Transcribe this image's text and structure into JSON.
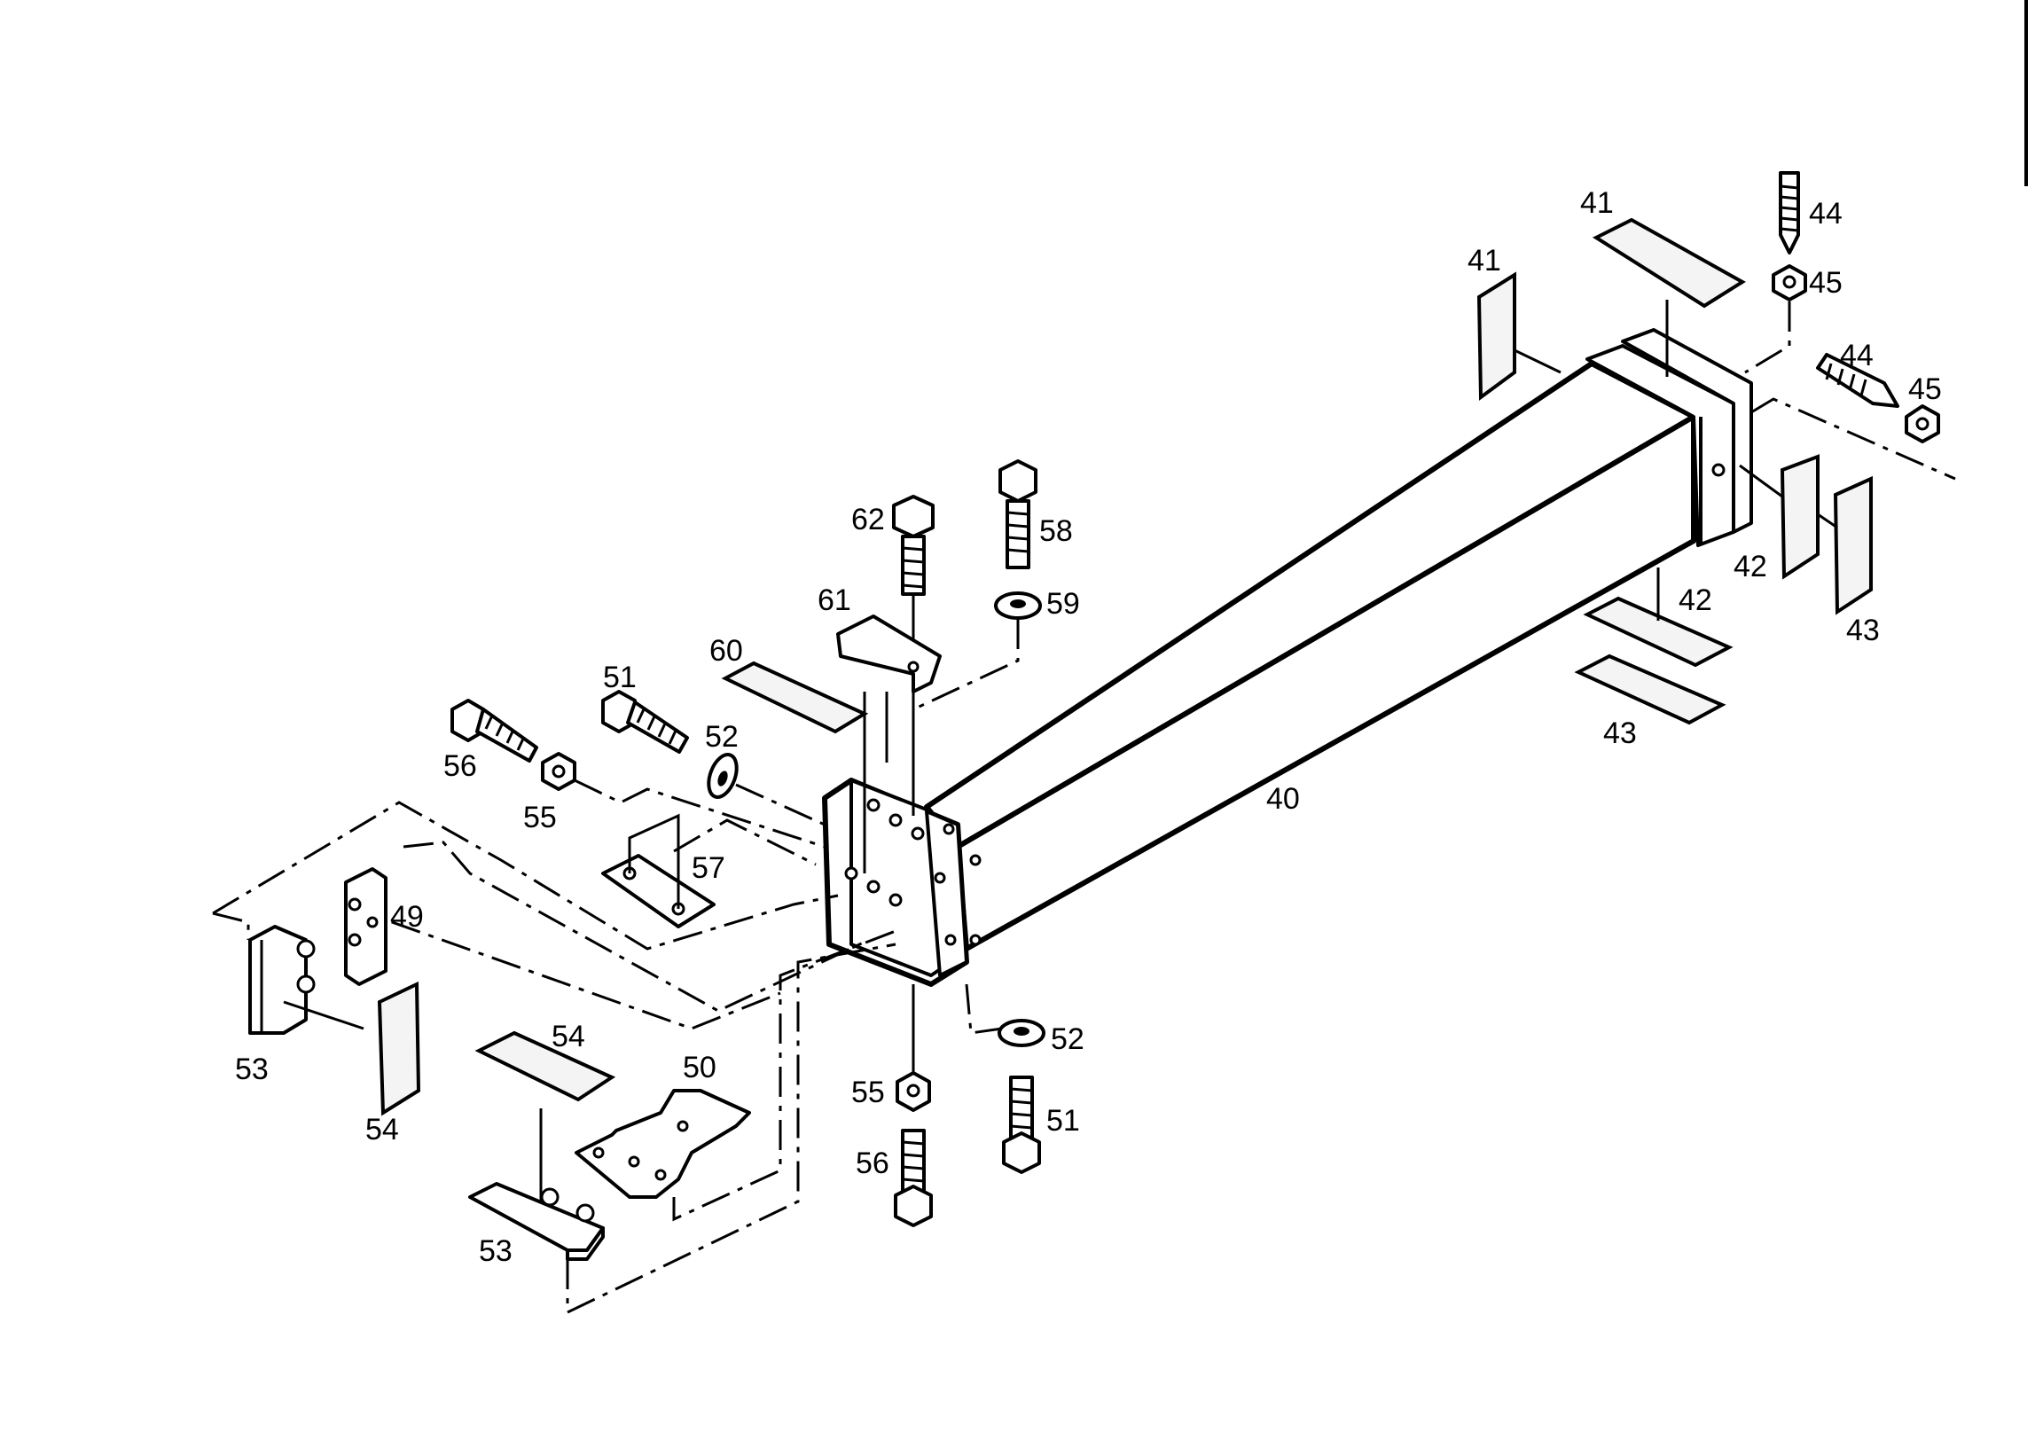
{
  "parts": {
    "p40": "40",
    "p41a": "41",
    "p41b": "41",
    "p42a": "42",
    "p42b": "42",
    "p43a": "43",
    "p43b": "43",
    "p44a": "44",
    "p44b": "44",
    "p45a": "45",
    "p45b": "45",
    "p49": "49",
    "p50": "50",
    "p51a": "51",
    "p51b": "51",
    "p52a": "52",
    "p52b": "52",
    "p53a": "53",
    "p53b": "53",
    "p54a": "54",
    "p54b": "54",
    "p55a": "55",
    "p55b": "55",
    "p56a": "56",
    "p56b": "56",
    "p57": "57",
    "p58": "58",
    "p59": "59",
    "p60": "60",
    "p61": "61",
    "p62": "62"
  }
}
